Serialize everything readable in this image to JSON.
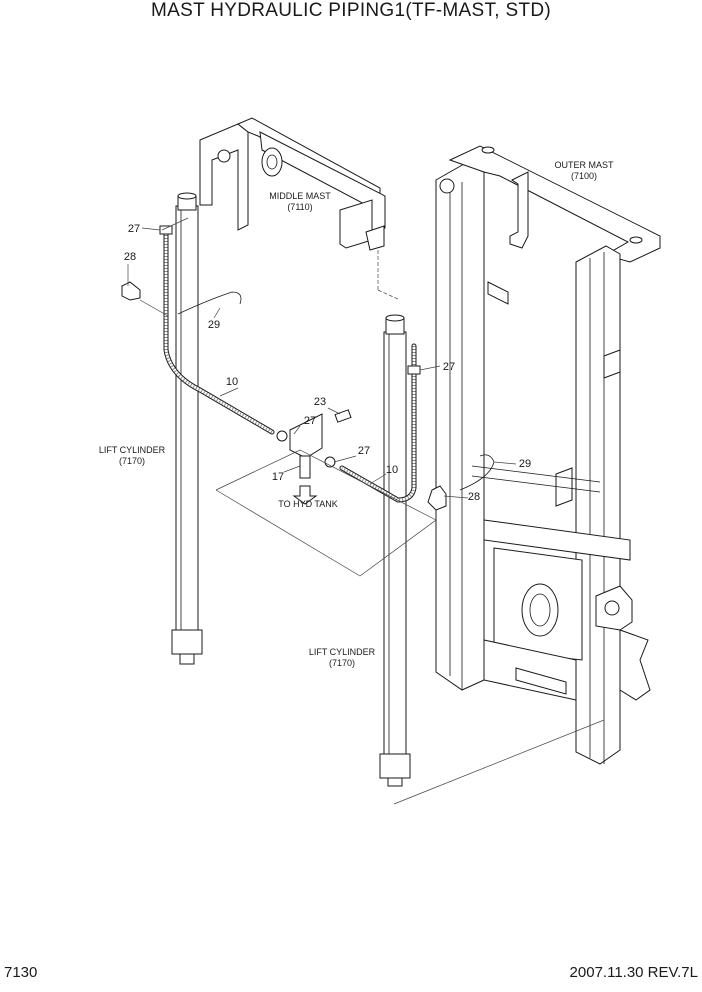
{
  "title": "MAST HYDRAULIC PIPING1(TF-MAST, STD)",
  "page_number": "7130",
  "revision": "2007.11.30  REV.7L",
  "assemblies": {
    "middle_mast": {
      "name": "MIDDLE MAST",
      "code": "(7110)"
    },
    "outer_mast": {
      "name": "OUTER MAST",
      "code": "(7100)"
    },
    "lift_cylinder_left": {
      "name": "LIFT CYLINDER",
      "code": "(7170)"
    },
    "lift_cylinder_right": {
      "name": "LIFT CYLINDER",
      "code": "(7170)"
    }
  },
  "to_tank": "TO HYD TANK",
  "callouts": {
    "c27_a": "27",
    "c28_a": "28",
    "c29_a": "29",
    "c10_a": "10",
    "c23": "23",
    "c27_b": "27",
    "c17": "17",
    "c27_c": "27",
    "c10_b": "10",
    "c27_d": "27",
    "c29_b": "29",
    "c28_b": "28"
  }
}
